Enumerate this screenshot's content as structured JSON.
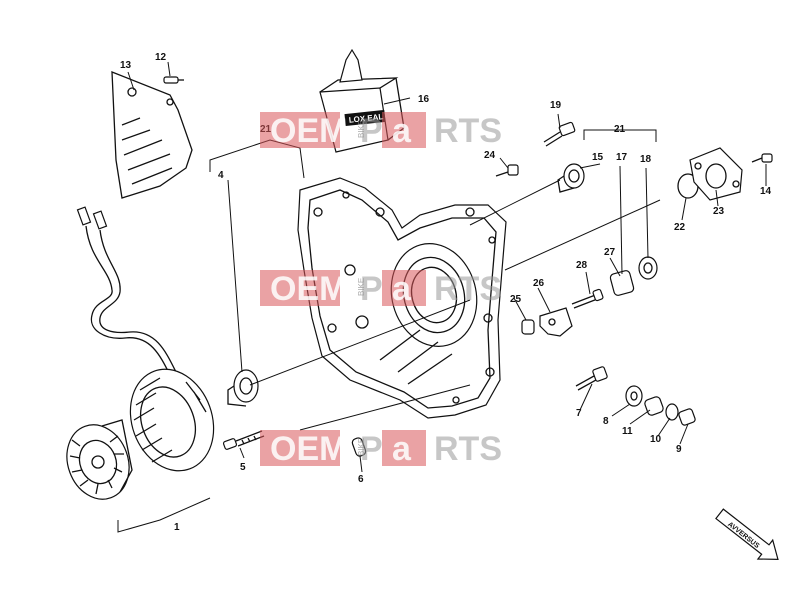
{
  "watermark": {
    "left": "OEM",
    "middle": "BIKE",
    "p": "P",
    "a": "a",
    "right": "RTS"
  },
  "sealant_label": "LOX EAL",
  "direction_label": "AVVERSUS",
  "callouts": {
    "c1": "1",
    "c4": "4",
    "c5": "5",
    "c6": "6",
    "c7": "7",
    "c8": "8",
    "c9": "9",
    "c10": "10",
    "c11": "11",
    "c12": "12",
    "c13": "13",
    "c14": "14",
    "c15": "15",
    "c16": "16",
    "c17": "17",
    "c18": "18",
    "c19": "19",
    "c21a": "21",
    "c21b": "21",
    "c22": "22",
    "c23": "23",
    "c24": "24",
    "c25": "25",
    "c26": "26",
    "c27": "27",
    "c28": "28"
  }
}
